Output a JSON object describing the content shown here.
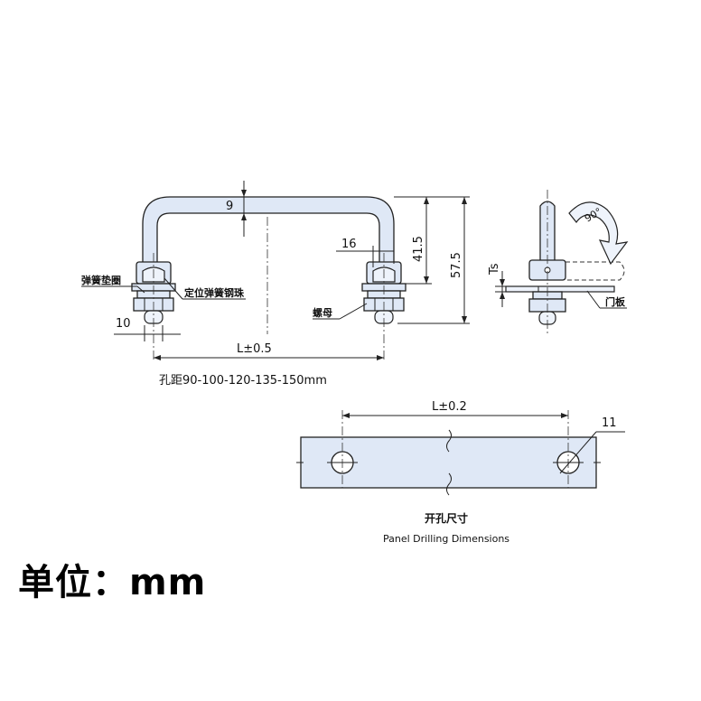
{
  "diagram": {
    "front_view": {
      "dim_bar_thickness": "9",
      "dim_16": "16",
      "dim_41_5": "41.5",
      "dim_57_5": "57.5",
      "dim_10": "10",
      "dim_length": "L±0.5",
      "label_spring_washer": "弹簧垫圈",
      "label_positioning_ball": "定位弹簧钢珠",
      "label_nut": "螺母",
      "hole_spacing_note": "孔距90-100-120-135-150mm"
    },
    "side_view": {
      "rotation": "90°",
      "label_ts": "Ts",
      "label_door_panel": "门板"
    },
    "panel_view": {
      "dim_length": "L±0.2",
      "dim_hole": "11",
      "title_cn": "开孔尺寸",
      "title_en": "Panel Drilling Dimensions"
    }
  },
  "unit_label": "单位：mm"
}
